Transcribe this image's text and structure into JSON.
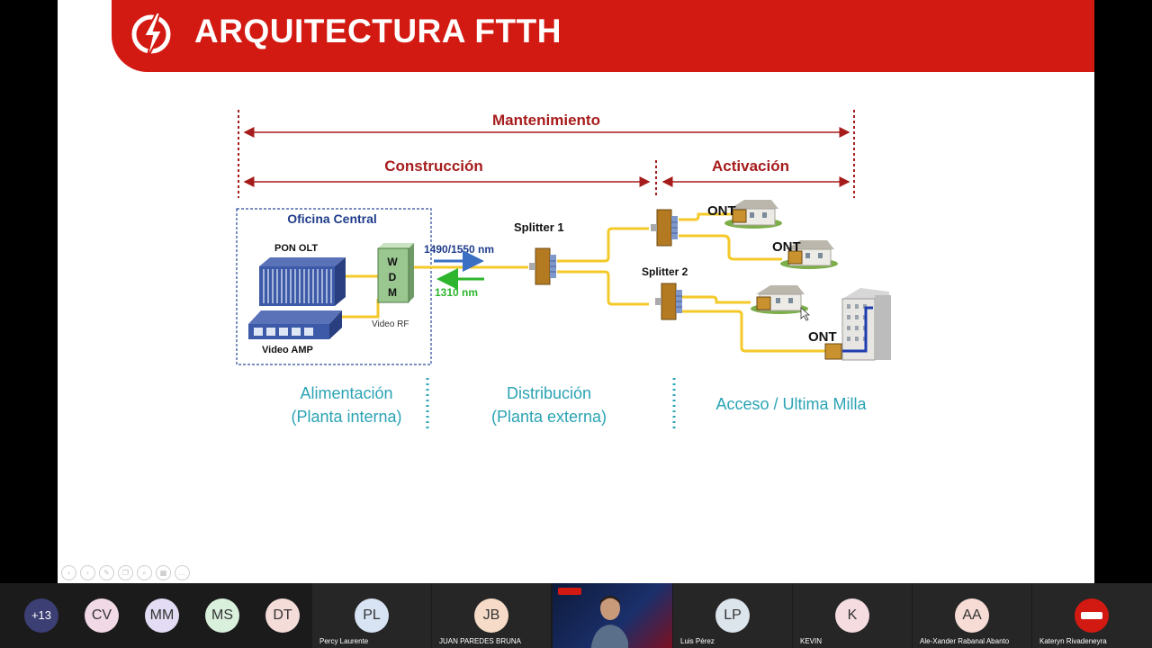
{
  "slide": {
    "title": "ARQUITECTURA FTTH",
    "diagram": {
      "mantenimiento": "Mantenimiento",
      "construccion": "Construcción",
      "activacion": "Activación",
      "oficina_central": "Oficina Central",
      "pon_olt": "PON OLT",
      "video_amp": "Video AMP",
      "wdm_letters": [
        "W",
        "D",
        "M"
      ],
      "video_rf": "Video RF",
      "downstream_nm": "1490/1550 nm",
      "upstream_nm": "1310 nm",
      "splitter1": "Splitter 1",
      "splitter2": "Splitter 2",
      "ont": "ONT",
      "alimentacion_line1": "Alimentación",
      "alimentacion_line2": "(Planta interna)",
      "distribucion_line1": "Distribución",
      "distribucion_line2": "(Planta externa)",
      "acceso": "Acceso / Ultima Milla"
    }
  },
  "colors": {
    "brand_red": "#d31a12",
    "dark_red": "#a61c1c",
    "teal": "#2aa3b4",
    "fiber_yellow": "#f4c92a",
    "downstream_blue": "#3a6fc4",
    "upstream_green": "#2db52d",
    "navy": "#1f3c8a"
  },
  "participants": {
    "overflow": "+13",
    "avatars": [
      {
        "initials": "CV",
        "color": "#f2d9e6"
      },
      {
        "initials": "MM",
        "color": "#e3dcf4"
      },
      {
        "initials": "MS",
        "color": "#d9f0dc"
      },
      {
        "initials": "DT",
        "color": "#f4dcd8"
      }
    ],
    "tiles": [
      {
        "initials": "PL",
        "name": "Percy Laurente",
        "color": "#d8e4f4"
      },
      {
        "initials": "JB",
        "name": "JUAN PAREDES BRUNA",
        "color": "#f6dcc8"
      },
      {
        "initials": "LP",
        "name": "Luis Pérez",
        "color": "#dce4ec"
      },
      {
        "initials": "K",
        "name": "KEVIN",
        "color": "#f4dce0"
      },
      {
        "initials": "AA",
        "name": "Ale-Xander Rabanal Abanto",
        "color": "#f6dcd4"
      },
      {
        "name": "Kateryn Rivadeneyra",
        "color": "#d31a12"
      }
    ]
  }
}
